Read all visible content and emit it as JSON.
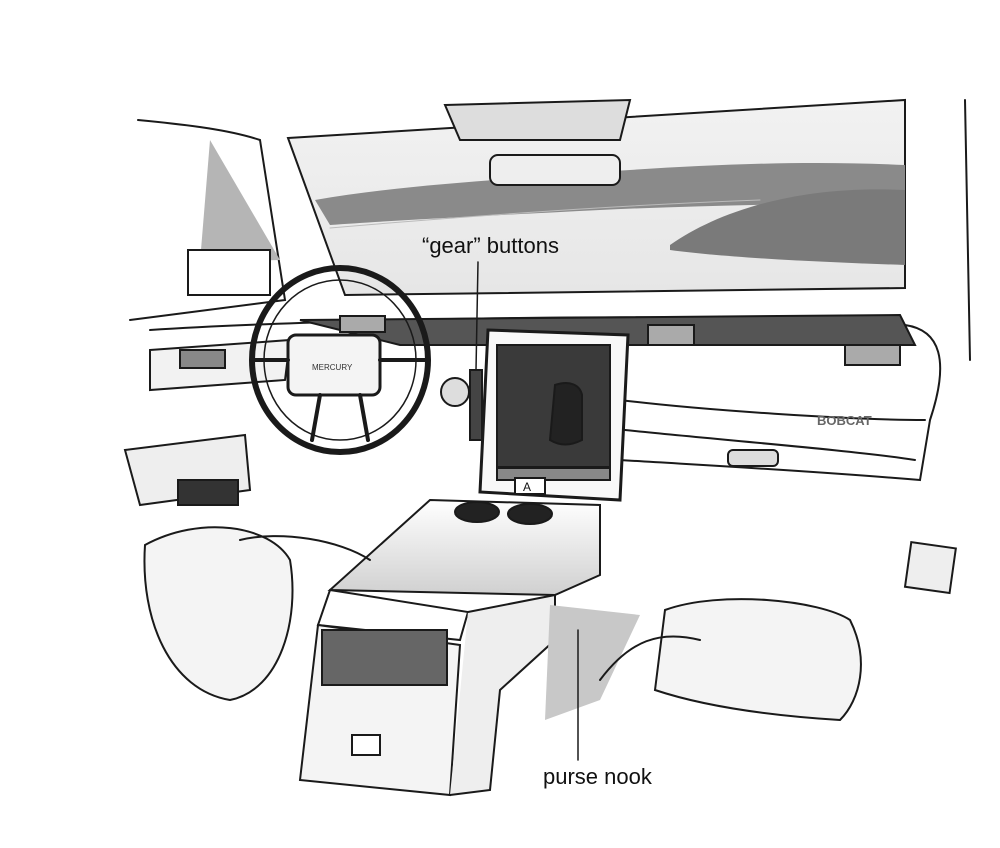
{
  "annotations": {
    "gear_buttons": "“gear” buttons",
    "purse_nook": "purse nook"
  },
  "badges": {
    "steering_wheel_brand": "MERCURY",
    "dashboard_model": "BOBCAT"
  },
  "center_screen": {
    "shift_key_label": "A"
  },
  "colors": {
    "ink": "#1a1a1a",
    "screen": "#3a3a3a",
    "shadow": "#cfcfcf"
  }
}
